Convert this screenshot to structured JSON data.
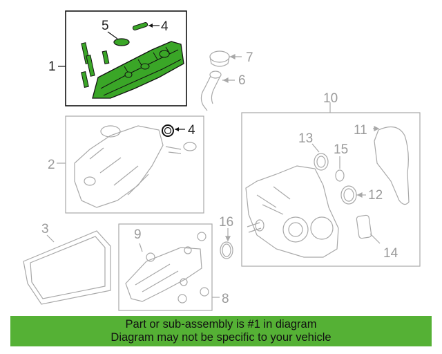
{
  "callouts": {
    "c1": "1",
    "c2": "2",
    "c3": "3",
    "c4a": "4",
    "c4b": "4",
    "c5": "5",
    "c6": "6",
    "c7": "7",
    "c8": "8",
    "c9": "9",
    "c10": "10",
    "c11": "11",
    "c12": "12",
    "c13": "13",
    "c14": "14",
    "c15": "15",
    "c16": "16"
  },
  "banner": {
    "line1": "Part or sub-assembly is #1 in diagram",
    "line2": "Diagram may not be specific to your vehicle"
  },
  "colors": {
    "highlight": "#55b135",
    "part_green": "#3aa627",
    "dim_line": "#a8a8a8",
    "dark_line": "#111111"
  }
}
